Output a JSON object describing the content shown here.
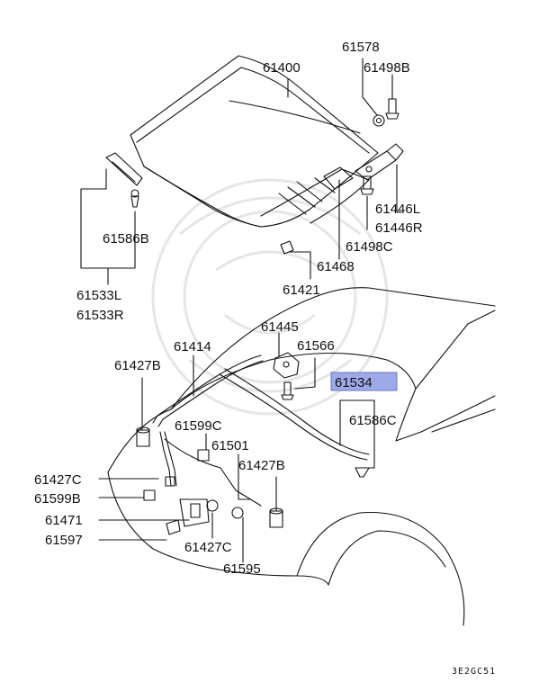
{
  "diagram": {
    "highlight_part": "61534",
    "labels": {
      "l61400": "61400",
      "l61578": "61578",
      "l61498b": "61498B",
      "l61446l": "61446L",
      "l61446r": "61446R",
      "l61498c": "61498C",
      "l61468": "61468",
      "l61421": "61421",
      "l61586b": "61586B",
      "l61533l": "61533L",
      "l61533r": "61533R",
      "l61445": "61445",
      "l61566": "61566",
      "l61414": "61414",
      "l61427b_a": "61427B",
      "l61534": "61534",
      "l61586c": "61586C",
      "l61599c": "61599C",
      "l61501": "61501",
      "l61427b_b": "61427B",
      "l61427c_a": "61427C",
      "l61599b": "61599B",
      "l61471": "61471",
      "l61597": "61597",
      "l61427c_b": "61427C",
      "l61595": "61595"
    },
    "diagram_code": "3E2GC51"
  }
}
